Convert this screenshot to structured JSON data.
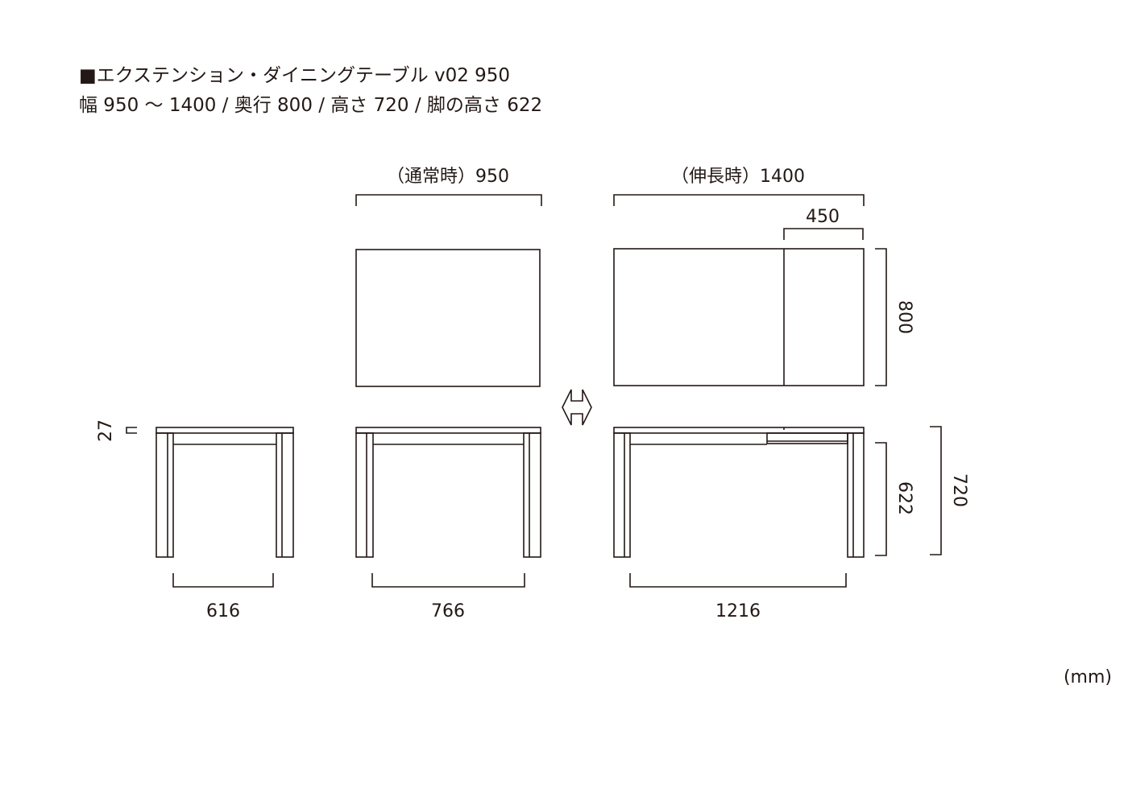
{
  "header": {
    "title": "■エクステンション・ダイニングテーブル v02 950",
    "spec": "幅 950 〜 1400 / 奥行 800 / 高さ 720 / 脚の高さ 622"
  },
  "labels": {
    "normal": "（通常時）950",
    "extended": "（伸長時）1400",
    "extension_width": "450",
    "depth": "800",
    "top_thickness": "27",
    "leg_span_side": "616",
    "leg_span_normal": "766",
    "leg_span_extended": "1216",
    "leg_height": "622",
    "total_height": "720",
    "unit": "(mm)"
  },
  "icons": {
    "transform": "double-arrow-icon"
  },
  "colors": {
    "line": "#231815",
    "background": "#ffffff"
  }
}
